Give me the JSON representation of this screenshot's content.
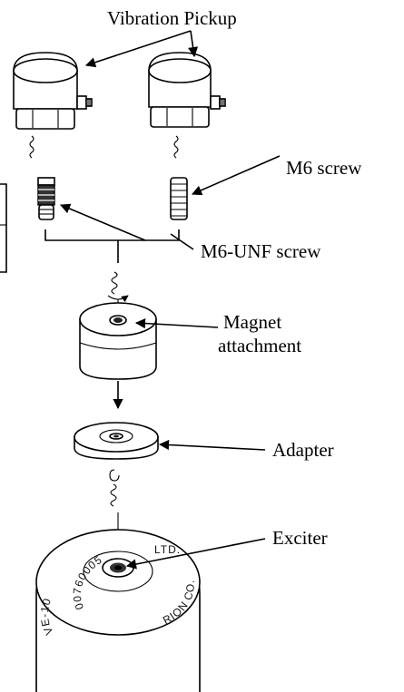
{
  "labels": {
    "vibration_pickup": "Vibration Pickup",
    "m6_screw": "M6 screw",
    "m6_unf_screw": "M6-UNF screw",
    "magnet_line1": "Magnet",
    "magnet_line2": "attachment",
    "adapter": "Adapter",
    "exciter": "Exciter"
  },
  "exciter_engraving": {
    "left": "VE-10",
    "serial": "00760005",
    "right": "RION CO.",
    "top": "LTD."
  }
}
